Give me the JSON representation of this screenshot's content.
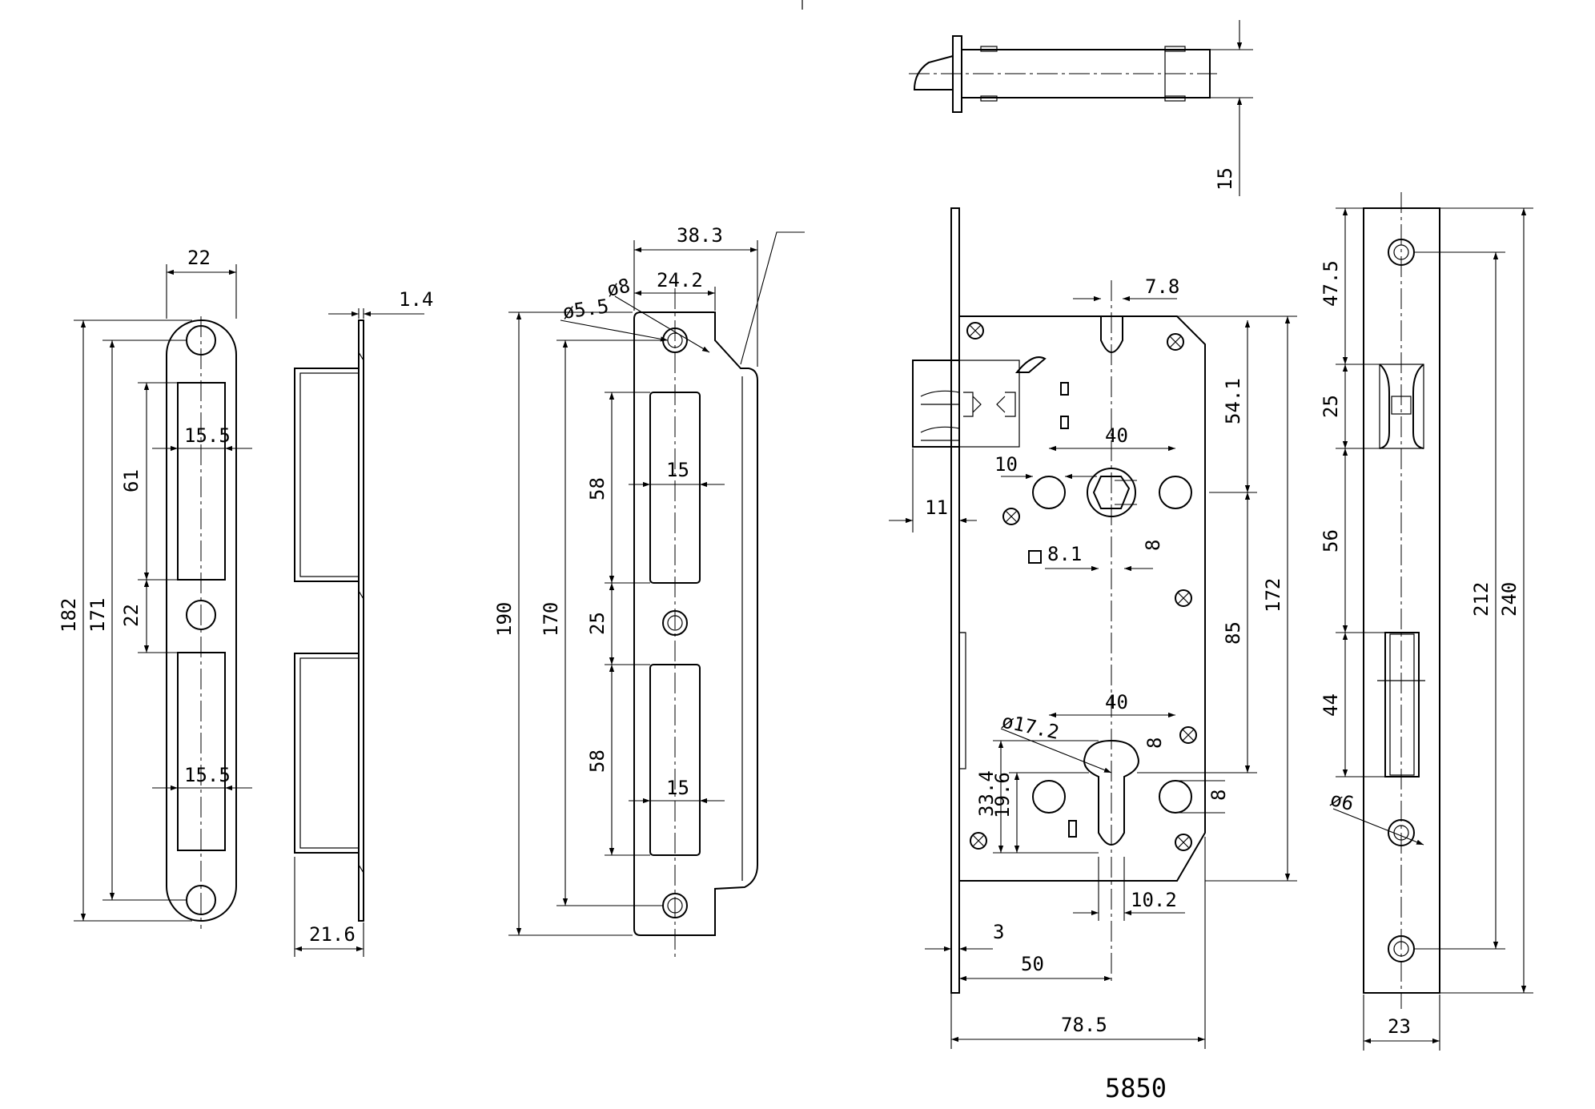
{
  "drawing_number": "5850",
  "views": {
    "strike_plate_front": {
      "dims": {
        "width": "22",
        "inner_width_top": "15.5",
        "inner_width_bottom": "15.5",
        "slot_height": "61",
        "gap": "22",
        "hole_pitch": "171",
        "overall_height": "182"
      }
    },
    "strike_plate_side": {
      "dims": {
        "thickness": "1.4",
        "depth": "21.6"
      }
    },
    "angled_strike": {
      "dims": {
        "overall_width": "38.3",
        "hole_offset": "24.2",
        "hole_dia_outer": "ø8",
        "hole_dia_inner": "ø5.5",
        "slot1_height": "58",
        "slot1_width": "15",
        "gap": "25",
        "slot2_height": "58",
        "slot2_width": "15",
        "hole_pitch": "170",
        "overall_height": "190"
      }
    },
    "latch_bolt_top": {
      "dims": {
        "projection": "15"
      }
    },
    "lock_body": {
      "dims": {
        "spindle_slot": "7.8",
        "handle_pitch": "54.1",
        "case_height": "172",
        "spindle_to_cyl": "85",
        "spindle_spacing": "40",
        "handle_hole": "10",
        "backset_edge": "11",
        "spindle_size": "8",
        "spindle_square": "8.1",
        "cyl_spacing": "40",
        "cyl_dia": "ø17.2",
        "cyl_offset1": "8",
        "cyl_offset2": "8",
        "cyl_h1": "33.4",
        "cyl_h2": "19.6",
        "cyl_width": "10.2",
        "faceplate_thickness": "3",
        "backset": "50",
        "case_depth": "78.5"
      }
    },
    "faceplate": {
      "dims": {
        "top_to_hole": "47.5",
        "latch_height": "25",
        "latch_to_bolt": "56",
        "bolt_height": "44",
        "hole_dia": "ø6",
        "hole_pitch": "212",
        "overall_length": "240",
        "width": "23"
      }
    }
  }
}
